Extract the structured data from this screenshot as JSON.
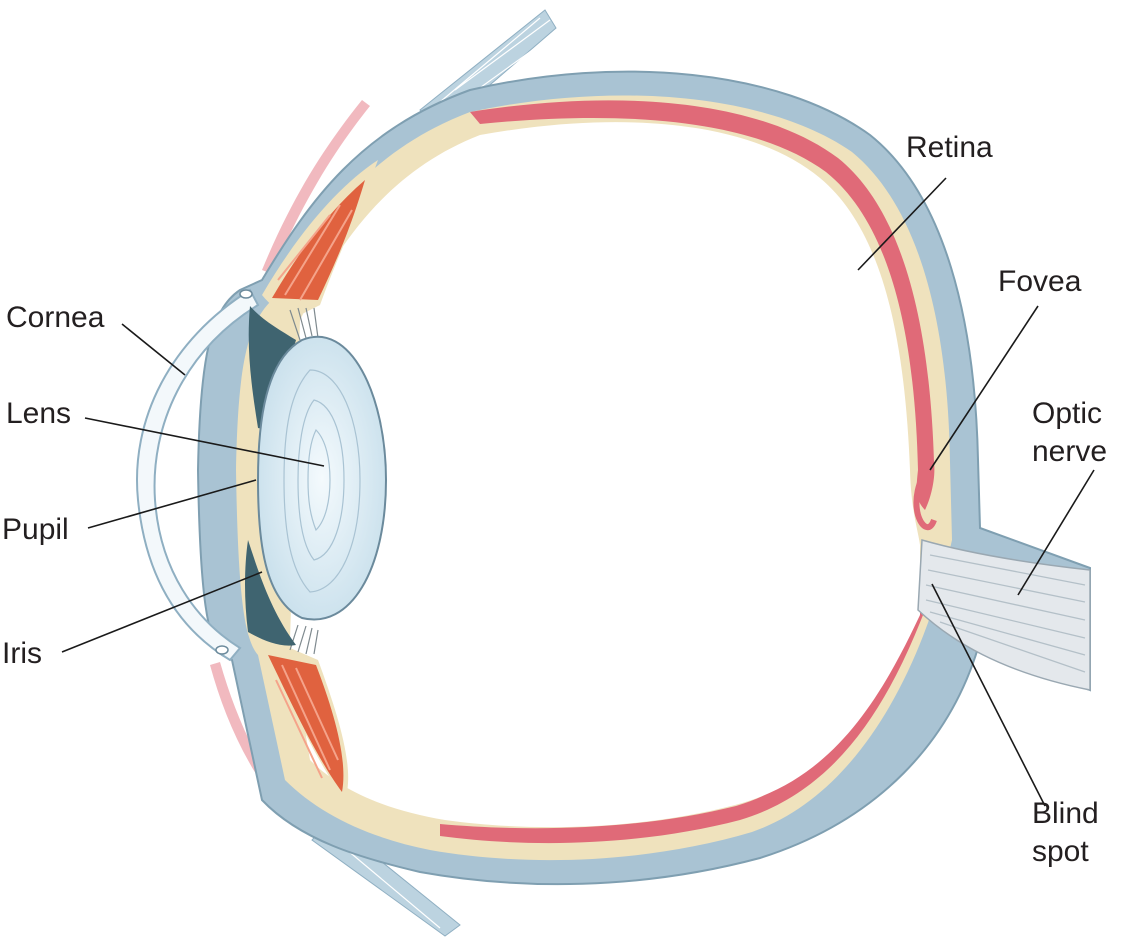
{
  "labels": {
    "cornea": "Cornea",
    "lens": "Lens",
    "pupil": "Pupil",
    "iris": "Iris",
    "retina": "Retina",
    "fovea": "Fovea",
    "optic_nerve_line1": "Optic",
    "optic_nerve_line2": "nerve",
    "blind_spot_line1": "Blind",
    "blind_spot_line2": "spot"
  },
  "colors": {
    "sclera": "#a9c3d3",
    "choroid": "#efe2bd",
    "retina": "#e06a78",
    "ciliary_muscle": "#e0623f",
    "iris": "#3f6470",
    "lens": "#dfeef5",
    "cornea": "#f3f8fb",
    "optic_nerve": "#e4e8ec",
    "leader_line": "#1a1a1a"
  }
}
